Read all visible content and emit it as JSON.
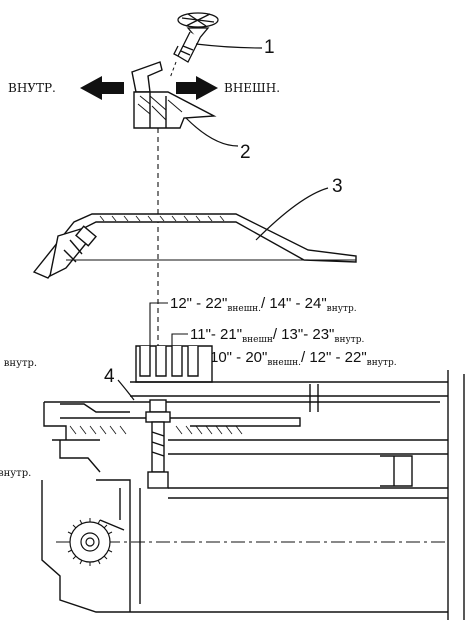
{
  "callouts": {
    "c1": "1",
    "c2": "2",
    "c3": "3",
    "c4": "4"
  },
  "direction": {
    "inner": "ВНУТР.",
    "outer": "ВНЕШН."
  },
  "sizes": [
    {
      "main": "12\" - 22\"",
      "sub1": "внешн.",
      "mid": "/ 14\" - 24\"",
      "sub2": "внутр."
    },
    {
      "main": "11\"- 21\"",
      "sub1": "внешн",
      "mid": "/ 13\"- 23\"",
      "sub2": "внутр."
    },
    {
      "main": "10\" - 20\"",
      "sub1": "внешн.",
      "mid": "/ 12\" - 22\"",
      "sub2": "внутр."
    }
  ],
  "cut_labels": {
    "left_a": "\" внутр.",
    "left_b": "внутр."
  },
  "colors": {
    "line": "#111111",
    "background": "#ffffff"
  }
}
